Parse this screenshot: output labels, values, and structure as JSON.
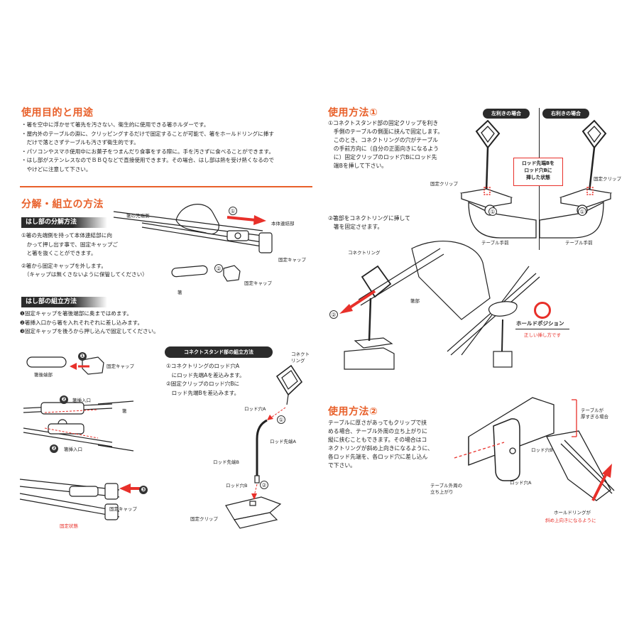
{
  "purpose": {
    "title": "使用目的と用途",
    "items": [
      "・箸を空中に浮かせて箸先を汚さない、衛生的に使用できる箸ホルダーです。",
      "・屋内外のテーブルの淵に、クリッピングするだけで固定することが可能で、箸をホールドリングに挿す",
      "　だけで落とさずテーブルも汚さず衛生的です。",
      "・パソコンやスマホ使用中にお菓子をつまんだり食事をする際に。手を汚さずに食べることができます。",
      "・はし部がステンレスなのでＢＢＱなどで直接使用できます。その場合、はし部は熱を受け熱くなるので",
      "　やけどに注意して下さい。"
    ]
  },
  "assembly": {
    "title": "分解・組立の方法",
    "disassembly": {
      "heading": "はし部の分解方法",
      "steps": [
        "①箸の先端側を持って本体連結部に向",
        "　かって押し出す事で、固定キャップご",
        "　と箸を抜くことができます。",
        "②箸から固定キャップを外します。",
        "　（キャップは無くさないように保管してください）"
      ],
      "labels": {
        "tip_side": "箸の先端側",
        "body_joint": "本体連結部",
        "fixing_cap": "固定キャップ",
        "chopstick": "箸",
        "fixing_cap2": "固定キャップ"
      },
      "marks": {
        "one": "①",
        "two": "②"
      }
    },
    "assembly_steps": {
      "heading": "はし部の組立方法",
      "steps": [
        "固定キャップを箸後端部に奥まではめます。",
        "箸挿入口から箸を入れそれぞれに差し込みます。",
        "固定キャップを後ろから押し込んで固定してください。"
      ],
      "bullets": [
        "❶",
        "❷",
        "❸"
      ],
      "labels": {
        "rear_end": "箸後端部",
        "fixing_cap": "固定キャップ",
        "insert_port": "箸挿入口",
        "chopstick": "箸",
        "insert_port2": "箸挿入口",
        "fixing_cap3": "固定キャップ",
        "fixed_state": "固定状態"
      }
    },
    "stand": {
      "heading": "コネクトスタンド部の組立方法",
      "steps": [
        "①コネクトリングのロッド穴A",
        "　にロッド先端Aを差込みます。",
        "②固定クリップのロッド穴Bに",
        "　ロッド先端Bを差込みます。"
      ],
      "labels": {
        "connect_ring": "コネクト\nリング",
        "rod_hole_a": "ロッド穴A",
        "rod_tip_a": "ロッド先端A",
        "rod_tip_b": "ロッド先端B",
        "rod_hole_b": "ロッド穴B",
        "fixing_clip": "固定クリップ"
      }
    }
  },
  "usage1": {
    "title": "使用方法①",
    "step1": [
      "①コネクトスタンド部の固定クリップを利き",
      "　手側のテーブルの側面に挟んで固定します。",
      "　このとき、コネクトリングの穴がテーブル",
      "　の手前方向に（自分の正面向きになるよう",
      "　に）固定クリップのロッド穴Bにロッド先",
      "　端Bを挿して下さい。"
    ],
    "left_hand": "左利きの場合",
    "right_hand": "右利きの場合",
    "note": "ロッド先端Bを\nロッド穴Bに\n挿した状態",
    "fixing_clip_l": "固定クリップ",
    "fixing_clip_r": "固定クリップ",
    "table_front_l": "テーブル手前",
    "table_front_r": "テーブル手前",
    "step2": [
      "②箸部をコネクトリングに挿して",
      "　箸を固定させます。"
    ],
    "connect_ring": "コネクトリング",
    "chopstick_part": "箸部",
    "hold_position": "ホールドポジション",
    "correct": "正しい挿し方です",
    "ok_mark": "○"
  },
  "usage2": {
    "title": "使用方法②",
    "text": [
      "テーブルに厚さがあってもクリップで挟",
      "める場合、テーブル外周の立ち上がりに",
      "縦に挟むこともできます。その場合はコ",
      "ネクトリングが斜め上向きになるように、",
      "各ロッド先端を、各ロッド穴に差し込ん",
      "で下さい。"
    ],
    "thick_table": "テーブルが\n厚すぎる場合",
    "rod_hole_b": "ロッド穴B",
    "table_rim": "テーブル外周の\n立ち上がり",
    "rod_hole_a": "ロッド穴A",
    "hold_ring": "ホールドリングが",
    "diagonal": "斜め上向きになるように"
  },
  "colors": {
    "accent": "#e8602a",
    "red": "#e8302a",
    "dark": "#2b2b2b"
  }
}
